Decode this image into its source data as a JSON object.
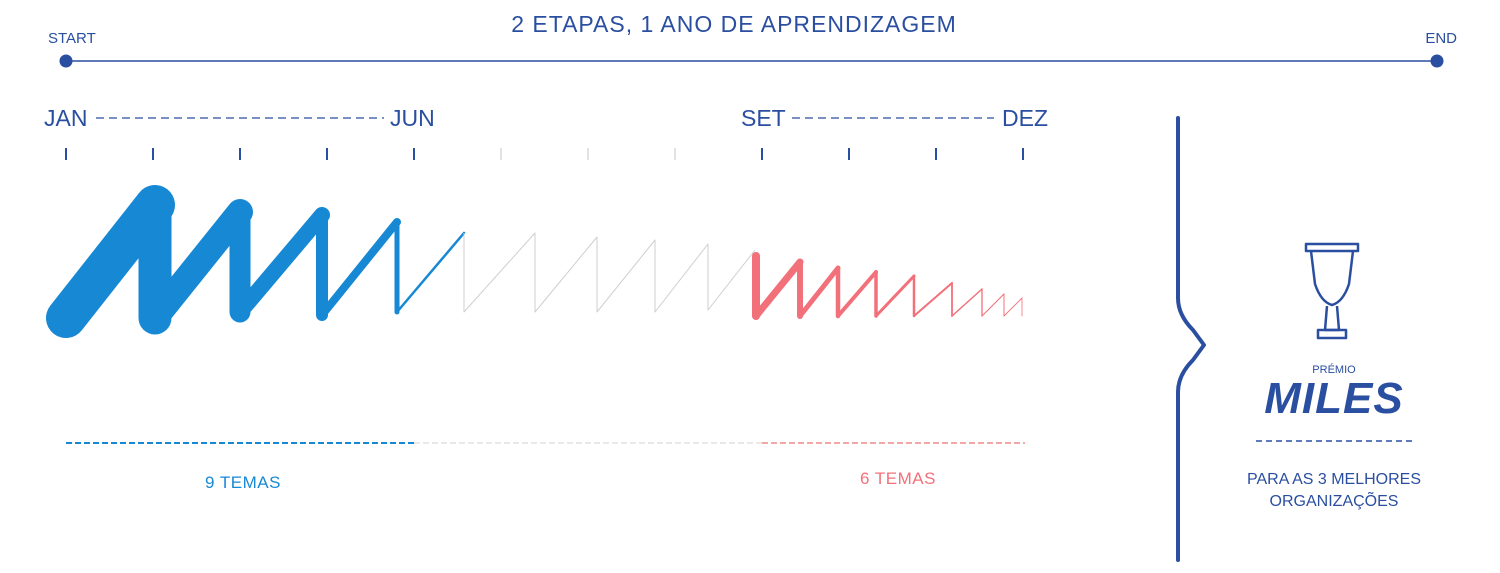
{
  "header": {
    "title": "2 ETAPAS, 1 ANO DE APRENDIZAGEM",
    "start_label": "START",
    "end_label": "END"
  },
  "months": {
    "jan": "JAN",
    "jun": "JUN",
    "set": "SET",
    "dez": "DEZ"
  },
  "stage1": {
    "label": "9 TEMAS",
    "color": "#1788d4"
  },
  "stage2": {
    "label": "6 TEMAS",
    "color": "#f2707a"
  },
  "award": {
    "premio": "PRÉMIO",
    "name": "MILES",
    "caption_line1": "PARA AS 3 MELHORES",
    "caption_line2": "ORGANIZAÇÕES",
    "icon": "trophy-icon"
  },
  "colors": {
    "navy": "#2a4ea0",
    "blue": "#1788d4",
    "pink": "#f2707a",
    "pale": "#cfcfcf"
  }
}
